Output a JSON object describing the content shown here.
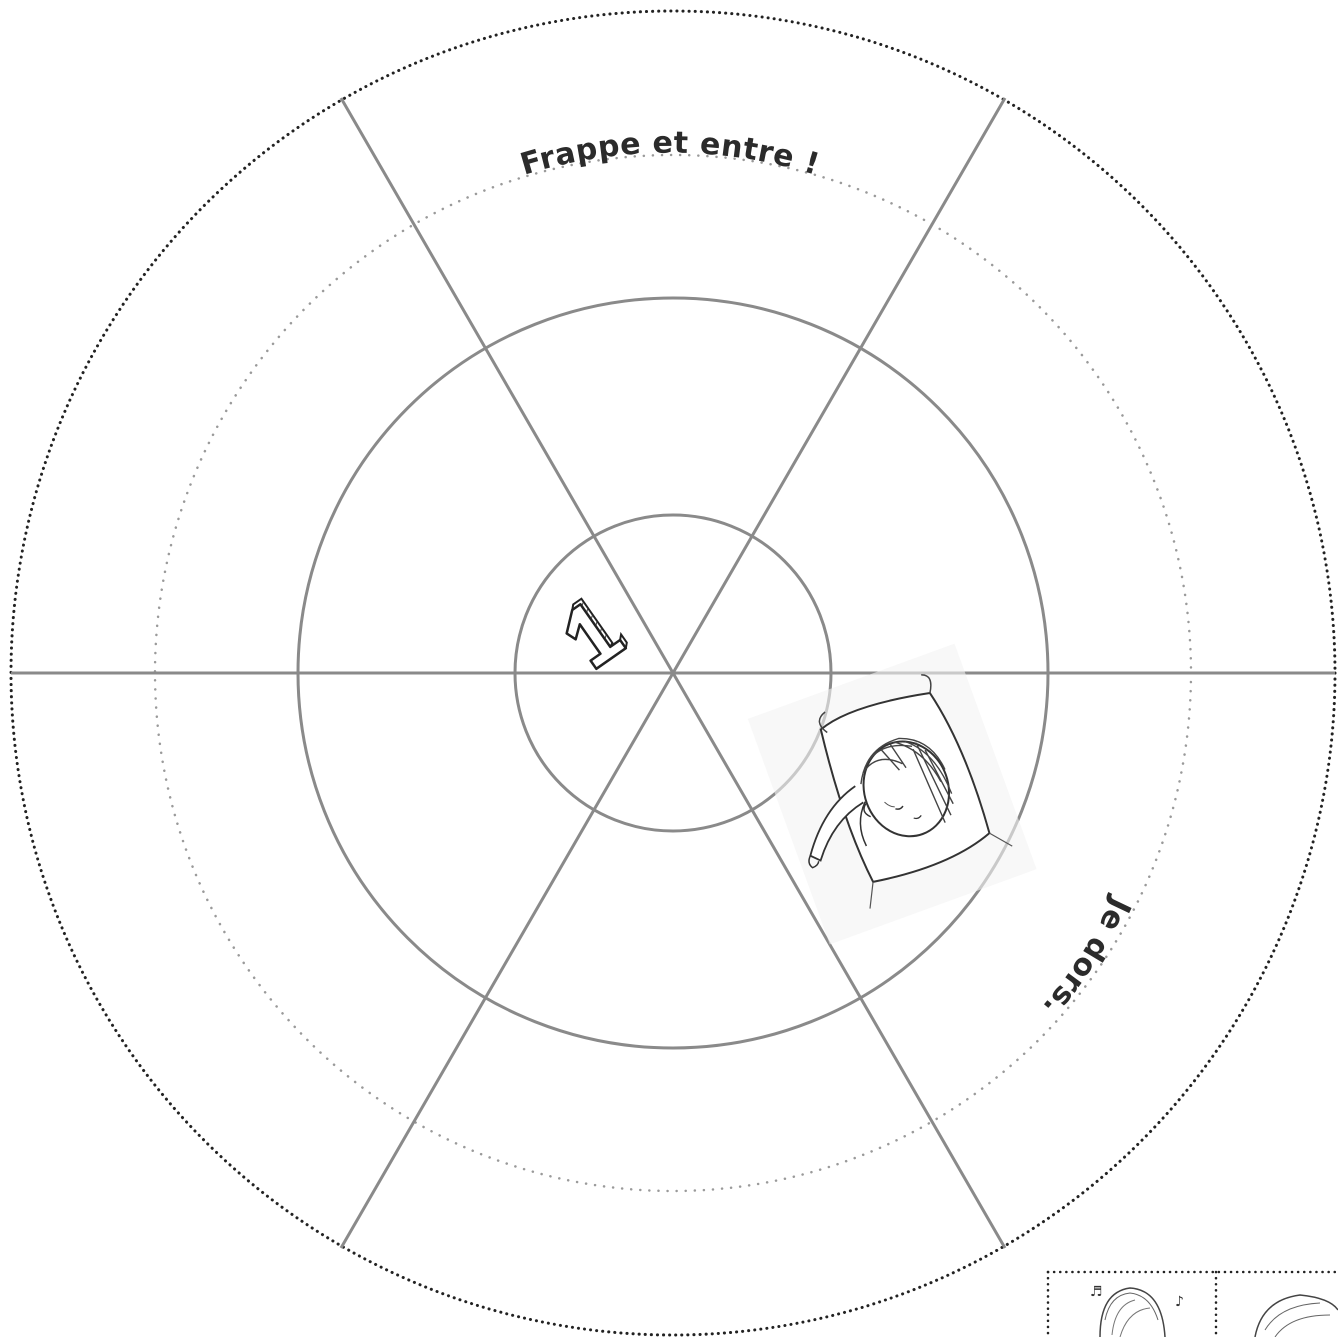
{
  "wheel": {
    "segment_count": 6,
    "labels": {
      "top": "Frappe et entre !",
      "lower_right": "Je dors."
    },
    "center_number": "1",
    "illustrations": {
      "sleeping_child": "sleeping-child-drawing",
      "corner_cards": "child-with-music-notes-drawings"
    }
  }
}
